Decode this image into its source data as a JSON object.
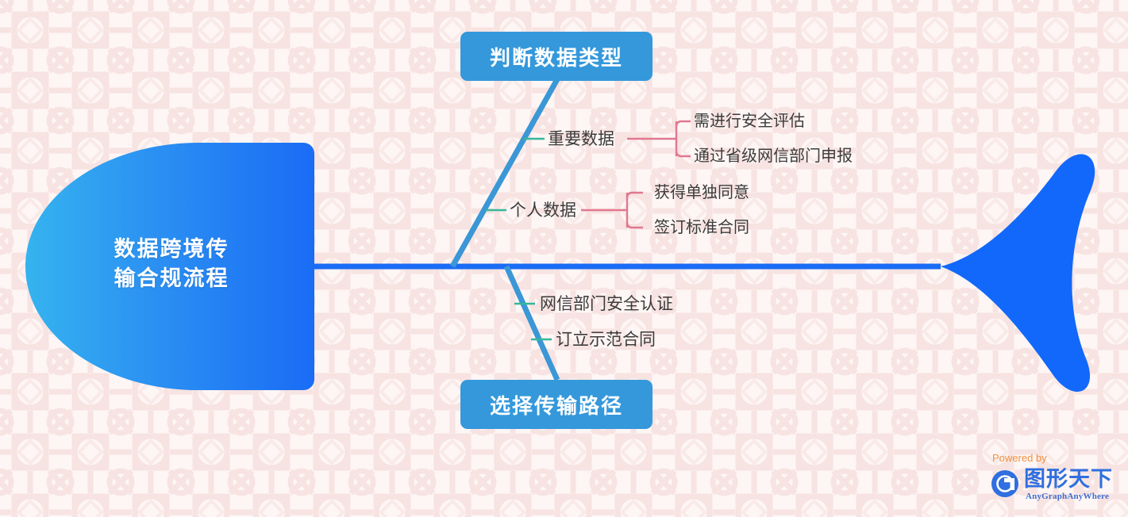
{
  "diagram": {
    "type": "fishbone",
    "head": {
      "title_line1": "数据跨境传",
      "title_line2": "输合规流程",
      "gradient_from": "#35b3ef",
      "gradient_to": "#1a6cf5"
    },
    "spine_color": "#1a6cf5",
    "bone_color": "#3b97d6",
    "connector_color": "#35b79a",
    "bracket_color": "#e0788f",
    "categories": [
      {
        "id": "top",
        "label": "判断数据类型",
        "position": "above",
        "box_color": "#3498db",
        "branches": [
          {
            "label": "重要数据",
            "children": [
              "需进行安全评估",
              "通过省级网信部门申报"
            ]
          },
          {
            "label": "个人数据",
            "children": [
              "获得单独同意",
              "签订标准合同"
            ]
          }
        ]
      },
      {
        "id": "bottom",
        "label": "选择传输路径",
        "position": "below",
        "box_color": "#3498db",
        "branches": [
          {
            "label": "网信部门安全认证",
            "children": []
          },
          {
            "label": "订立示范合同",
            "children": []
          }
        ]
      }
    ]
  },
  "watermark": {
    "powered_by": "Powered by",
    "brand": "图形天下",
    "tagline": "AnyGraphAnyWhere",
    "powered_color": "#f2903c",
    "brand_color": "#2f6fe0"
  }
}
